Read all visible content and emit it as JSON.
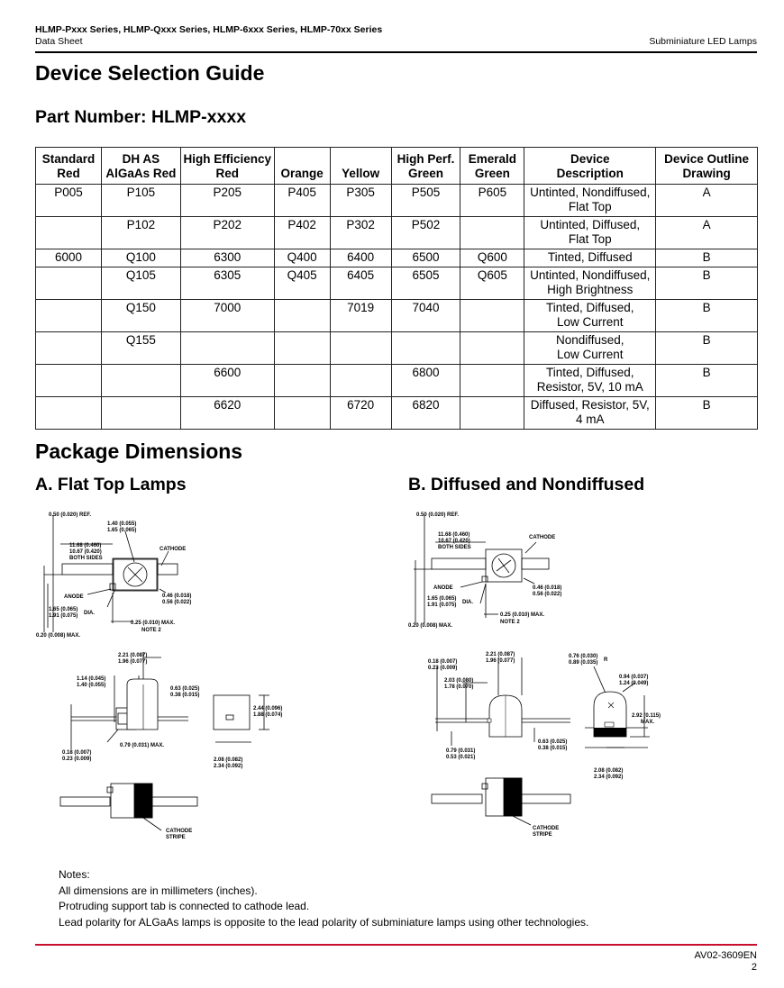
{
  "header": {
    "series": "HLMP-Pxxx Series, HLMP-Qxxx Series, HLMP-6xxx Series, HLMP-70xx Series",
    "doc_type": "Data Sheet",
    "product": "Subminiature LED Lamps"
  },
  "title": "Device Selection Guide",
  "part_number_title": "Part Number: HLMP-xxxx",
  "table": {
    "headers": [
      [
        "Standard",
        "Red"
      ],
      [
        "DH AS",
        "AlGaAs Red"
      ],
      [
        "High Efficiency",
        "Red"
      ],
      [
        "",
        "Orange"
      ],
      [
        "",
        "Yellow"
      ],
      [
        "High Perf.",
        "Green"
      ],
      [
        "Emerald",
        "Green"
      ],
      [
        "Device",
        "Description"
      ],
      [
        "Device Outline",
        "Drawing"
      ]
    ],
    "rows": [
      [
        "P005",
        "P105",
        "P205",
        "P405",
        "P305",
        "P505",
        "P605",
        [
          "Untinted, Nondiffused,",
          "Flat Top"
        ],
        "A"
      ],
      [
        "",
        "P102",
        "P202",
        "P402",
        "P302",
        "P502",
        "",
        [
          "Untinted, Diffused,",
          "Flat Top"
        ],
        "A"
      ],
      [
        "6000",
        "Q100",
        "6300",
        "Q400",
        "6400",
        "6500",
        "Q600",
        [
          "Tinted, Diffused"
        ],
        "B"
      ],
      [
        "",
        "Q105",
        "6305",
        "Q405",
        "6405",
        "6505",
        "Q605",
        [
          "Untinted, Nondiffused,",
          "High Brightness"
        ],
        "B"
      ],
      [
        "",
        "Q150",
        "7000",
        "",
        "7019",
        "7040",
        "",
        [
          "Tinted, Diffused,",
          "Low Current"
        ],
        "B"
      ],
      [
        "",
        "Q155",
        "",
        "",
        "",
        "",
        "",
        [
          "Nondiffused,",
          "Low Current"
        ],
        "B"
      ],
      [
        "",
        "",
        "6600",
        "",
        "",
        "6800",
        "",
        [
          "Tinted, Diffused,",
          "Resistor, 5V, 10 mA"
        ],
        "B"
      ],
      [
        "",
        "",
        "6620",
        "",
        "6720",
        "6820",
        "",
        [
          "Diffused, Resistor, 5V,",
          "4 mA"
        ],
        "B"
      ]
    ]
  },
  "package_title": "Package Dimensions",
  "section_a": "A. Flat Top Lamps",
  "section_b": "B. Diffused and Nondiffused",
  "drawing_a": {
    "d_0_50": "0.50 (0.020) REF.",
    "d_1_40": "1.40 (0.055)",
    "d_1_65": "1.65 (0.065)",
    "d_11_68": "11.68 (0.460)",
    "d_10_67": "10.67 (0.420)",
    "both_sides": "BOTH SIDES",
    "cathode": "CATHODE",
    "anode": "ANODE",
    "d_0_46": "0.46 (0.018)",
    "d_0_56": "0.56 (0.022)",
    "d_1_65b": "1.65 (0.065)",
    "d_1_91": "1.91 (0.075)",
    "dia": "DIA.",
    "d_0_25": "0.25 (0.010) MAX.",
    "note2": "NOTE 2",
    "d_0_20": "0.20 (0.008) MAX.",
    "d_2_21": "2.21 (0.087)",
    "d_1_96": "1.96 (0.077)",
    "d_1_14": "1.14 (0.045)",
    "d_1_40b": "1.40 (0.055)",
    "d_0_63": "0.63 (0.025)",
    "d_0_38": "0.38 (0.015)",
    "d_2_44": "2.44 (0.096)",
    "d_1_88": "1.88 (0.074)",
    "d_0_79": "0.79 (0.031) MAX.",
    "d_0_18": "0.18 (0.007)",
    "d_0_23": "0.23 (0.009)",
    "d_2_08": "2.08 (0.082)",
    "d_2_34": "2.34 (0.092)",
    "cathode_stripe_1": "CATHODE",
    "cathode_stripe_2": "STRIPE"
  },
  "drawing_b": {
    "d_0_50": "0.50 (0.020) REF.",
    "d_11_68": "11.68 (0.460)",
    "d_10_67": "10.67 (0.420)",
    "both_sides": "BOTH SIDES",
    "cathode": "CATHODE",
    "anode": "ANODE",
    "d_0_46": "0.46 (0.018)",
    "d_0_56": "0.56 (0.022)",
    "d_1_65": "1.65 (0.065)",
    "d_1_91": "1.91 (0.075)",
    "dia": "DIA.",
    "d_0_25": "0.25 (0.010) MAX.",
    "note2": "NOTE 2",
    "d_0_20": "0.20 (0.008) MAX.",
    "d_0_18": "0.18 (0.007)",
    "d_0_23": "0.23 (0.009)",
    "d_2_21": "2.21 (0.087)",
    "d_1_96": "1.96 (0.077)",
    "d_2_03": "2.03 (0.080)",
    "d_1_78": "1.78 (0.070)",
    "d_0_76": "0.76 (0.030)",
    "d_0_89": "0.89 (0.035)",
    "r": "R",
    "d_0_94": "0.94 (0.037)",
    "d_1_24": "1.24 (0.049)",
    "d_2_92": "2.92 (0.115)",
    "max": "MAX.",
    "d_0_79": "0.79 (0.031)",
    "d_0_53": "0.53 (0.021)",
    "d_0_63": "0.63 (0.025)",
    "d_0_38": "0.38 (0.015)",
    "d_2_08": "2.08 (0.082)",
    "d_2_34": "2.34 (0.092)",
    "cathode_stripe_1": "CATHODE",
    "cathode_stripe_2": "STRIPE"
  },
  "notes": {
    "heading": "Notes:",
    "lines": [
      "All dimensions are in millimeters (inches).",
      "Protruding support tab is connected to cathode lead.",
      "Lead polarity for ALGaAs lamps is opposite to the lead polarity of subminiature lamps using other technologies."
    ]
  },
  "footer": {
    "code": "AV02-3609EN",
    "page": "2"
  }
}
